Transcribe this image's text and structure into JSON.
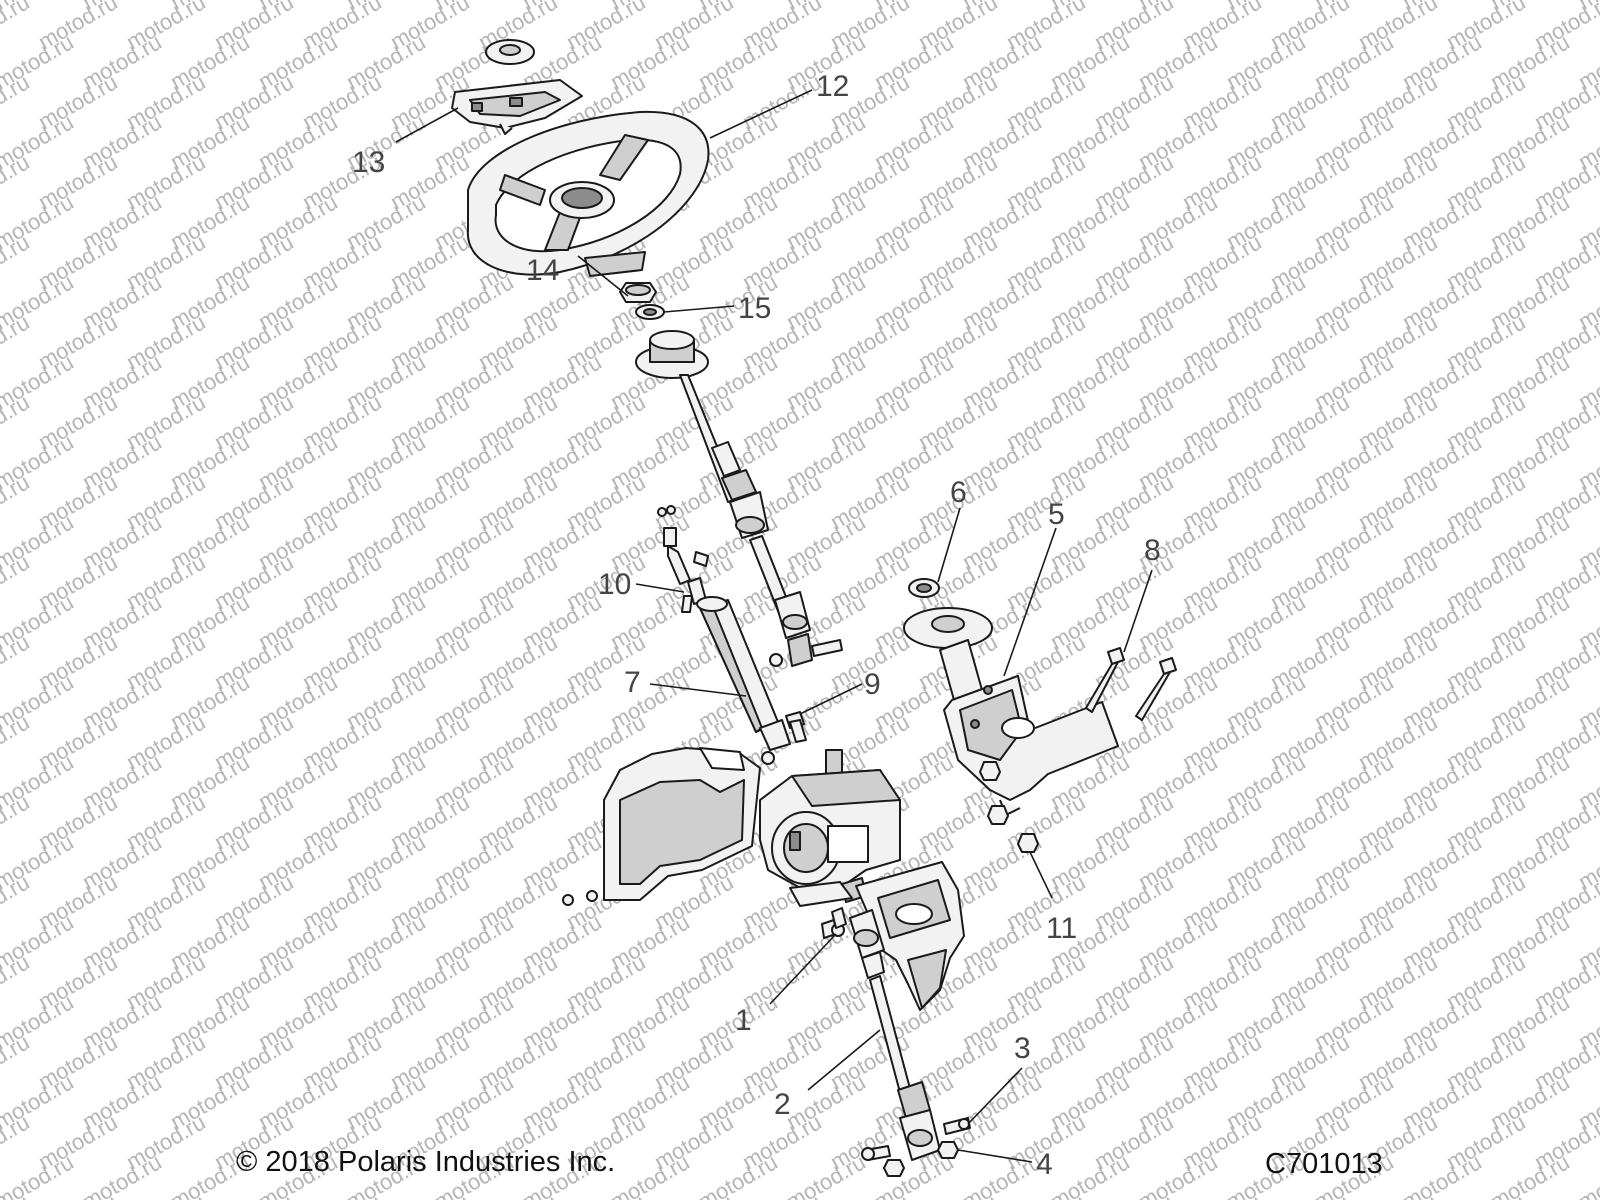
{
  "watermark": "motod.ru",
  "copyright": "© 2018 Polaris Industries Inc.",
  "figure_id": "C701013",
  "callouts": [
    {
      "id": "1",
      "label": "1"
    },
    {
      "id": "2",
      "label": "2"
    },
    {
      "id": "3",
      "label": "3"
    },
    {
      "id": "4",
      "label": "4"
    },
    {
      "id": "5",
      "label": "5"
    },
    {
      "id": "6",
      "label": "6"
    },
    {
      "id": "7",
      "label": "7"
    },
    {
      "id": "8",
      "label": "8"
    },
    {
      "id": "9",
      "label": "9"
    },
    {
      "id": "10",
      "label": "10"
    },
    {
      "id": "11",
      "label": "11"
    },
    {
      "id": "12",
      "label": "12"
    },
    {
      "id": "13",
      "label": "13"
    },
    {
      "id": "14",
      "label": "14"
    },
    {
      "id": "15",
      "label": "15"
    }
  ],
  "colors": {
    "line": "#1a1a1a",
    "fill": "#f2f2f2",
    "callout": "#444444",
    "watermark": "#b5b5b5"
  }
}
